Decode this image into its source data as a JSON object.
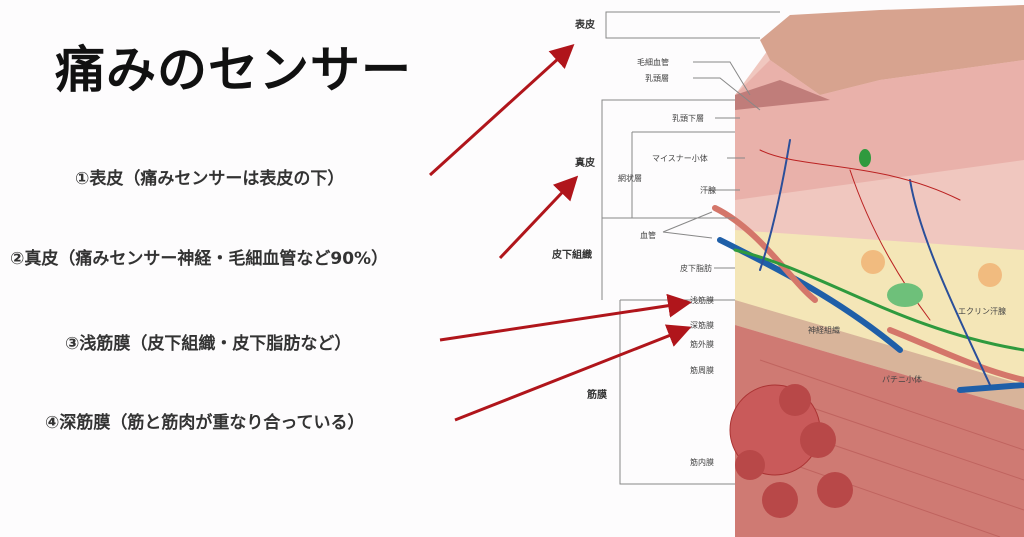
{
  "title": "痛みのセンサー",
  "items": [
    "①表皮（痛みセンサーは表皮の下）",
    "②真皮（痛みセンサー神経・毛細血管など90%）",
    "③浅筋膜（皮下組織・皮下脂肪など）",
    "④深筋膜（筋と筋肉が重なり合っている）"
  ],
  "diagram": {
    "groups": {
      "epidermis": "表皮",
      "dermis": "真皮",
      "subcutis": "皮下組織",
      "fascia": "筋膜"
    },
    "labels": {
      "capillary": "毛細血管",
      "papillary": "乳頭層",
      "subpapillary": "乳頭下層",
      "reticular": "網状層",
      "meissner": "マイスナー小体",
      "sweat": "汗腺",
      "vessel": "血管",
      "fat": "皮下脂肪",
      "superficial_fascia": "浅筋膜",
      "deep_fascia": "深筋膜",
      "epimysium": "筋外膜",
      "perimysium": "筋周膜",
      "endomysium": "筋内膜",
      "nerve": "神経組織",
      "pacini": "パチニ小体",
      "eccrine": "エクリン汗腺"
    }
  },
  "colors": {
    "arrow": "#b0151b",
    "skin": "#e8b3ab",
    "muscle": "#c8625f",
    "fat": "#f3e6b5",
    "vein": "#1f5fa8",
    "nerve": "#2f9a3e"
  }
}
